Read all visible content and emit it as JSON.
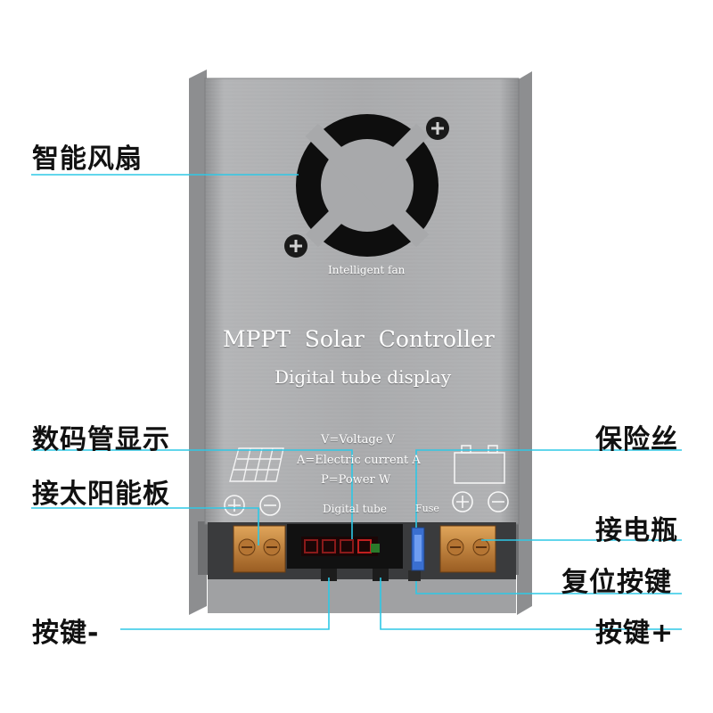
{
  "callouts": {
    "fan": "智能风扇",
    "display": "数码管显示",
    "solar": "接太阳能板",
    "button_minus": "按键-",
    "fuse": "保险丝",
    "battery": "接电瓶",
    "reset": "复位按键",
    "button_plus": "按键+"
  },
  "panel": {
    "fan_caption": "Intelligent fan",
    "title": "MPPT  Solar  Controller",
    "subtitle": "Digital tube display",
    "legend_voltage": "V=Voltage V",
    "legend_current": "A=Electric current A",
    "legend_power": "P=Power W",
    "digital_tube_label": "Digital tube",
    "fuse_label": "Fuse"
  },
  "colors": {
    "leader_line": "#2ec8e6",
    "panel": "#a8a8aa",
    "fuse": "#3a6fd0",
    "terminal": "#c9843a"
  }
}
